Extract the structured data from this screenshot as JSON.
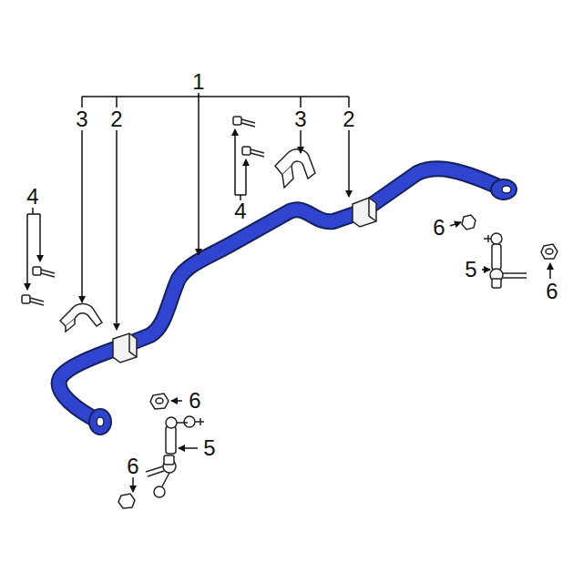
{
  "diagram": {
    "labels": [
      "1",
      "3",
      "2",
      "3",
      "2",
      "4",
      "4",
      "6",
      "5",
      "6",
      "6",
      "5",
      "6"
    ]
  }
}
